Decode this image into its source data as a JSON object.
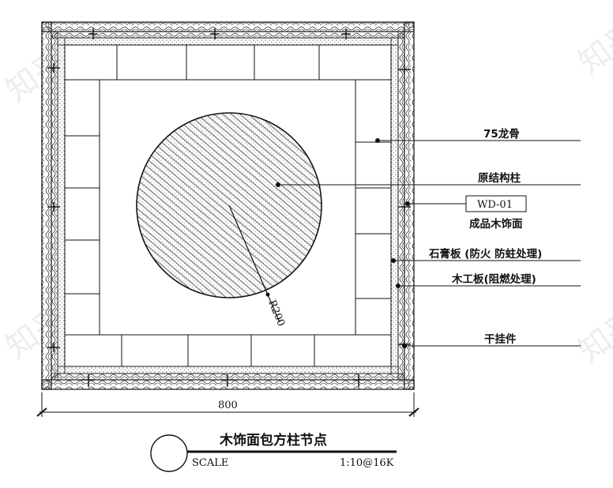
{
  "labels": {
    "keel": "75龙骨",
    "column": "原结构柱",
    "tag": "WD-01",
    "finish": "成品木饰面",
    "gypsum": "石膏板 (防火 防蛀处理)",
    "plywood": "木工板(阻燃处理)",
    "hanger": "干挂件"
  },
  "dimension": {
    "width": "800",
    "radius": "R200"
  },
  "title_block": {
    "title": "木饰面包方柱节点",
    "scale_label": "SCALE",
    "scale_value": "1:10@16K"
  },
  "colors": {
    "line": "#111111",
    "hatch": "#222222"
  }
}
